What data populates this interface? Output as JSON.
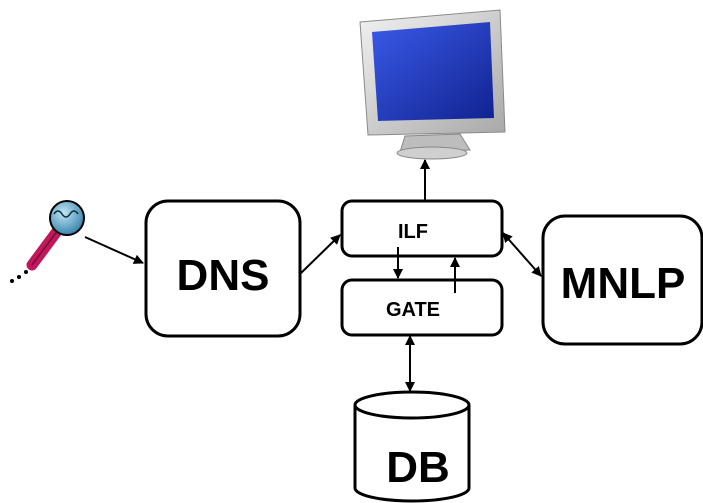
{
  "nodes": {
    "dns": {
      "label": "DNS"
    },
    "ilf": {
      "label": "ILF"
    },
    "gate": {
      "label": "GATE"
    },
    "mnlp": {
      "label": "MNLP"
    },
    "db": {
      "label": "DB"
    }
  },
  "icons": {
    "microphone": "microphone-icon",
    "monitor": "computer-monitor-icon"
  },
  "colors": {
    "stroke": "#000000",
    "background": "#ffffff",
    "screen": "#1f3cc4",
    "monitor_frame": "#d9d9d9",
    "mic_head": "#6fb8d8",
    "mic_handle": "#c2185b"
  }
}
